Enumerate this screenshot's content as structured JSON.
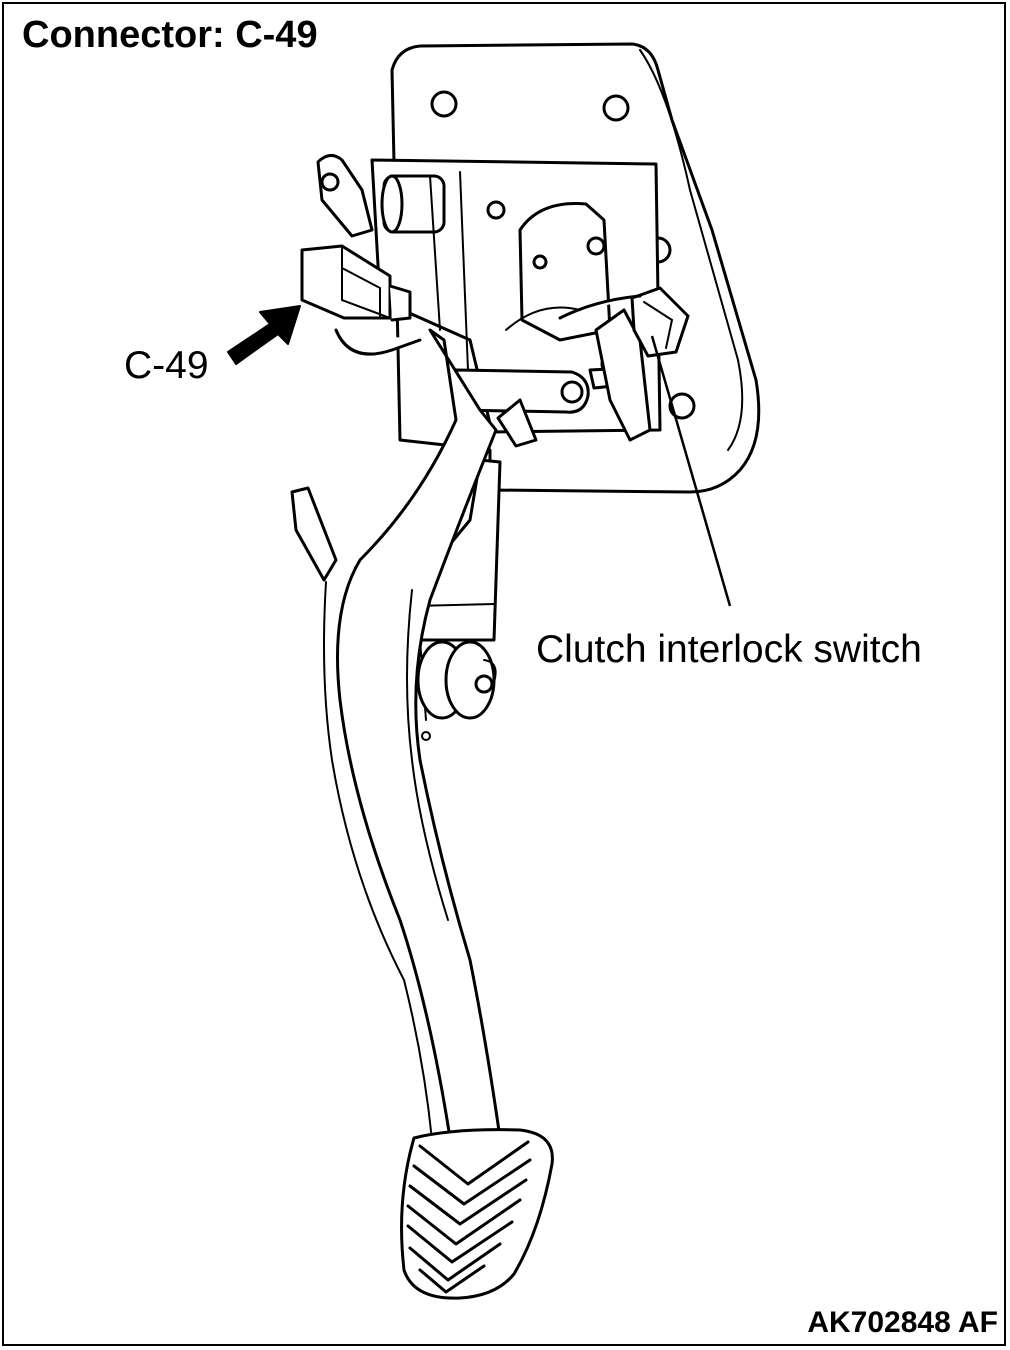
{
  "title": "Connector: C-49",
  "connector_label": "C-49",
  "switch_label": "Clutch interlock switch",
  "figure_code": "AK702848 AF",
  "icons": {
    "pointer": "arrow-icon"
  }
}
